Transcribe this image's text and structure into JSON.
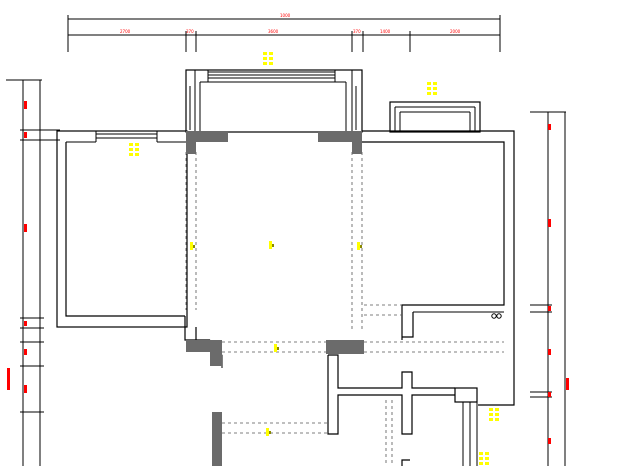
{
  "drawing": {
    "top_dimensions": [
      "1000",
      "2700",
      "370",
      "3600",
      "370",
      "1400",
      "2000"
    ],
    "colors": {
      "dimension_text": "#ff0000",
      "room_tag": "#ffff00",
      "column": "#6b6b6b",
      "line": "#000000"
    }
  }
}
